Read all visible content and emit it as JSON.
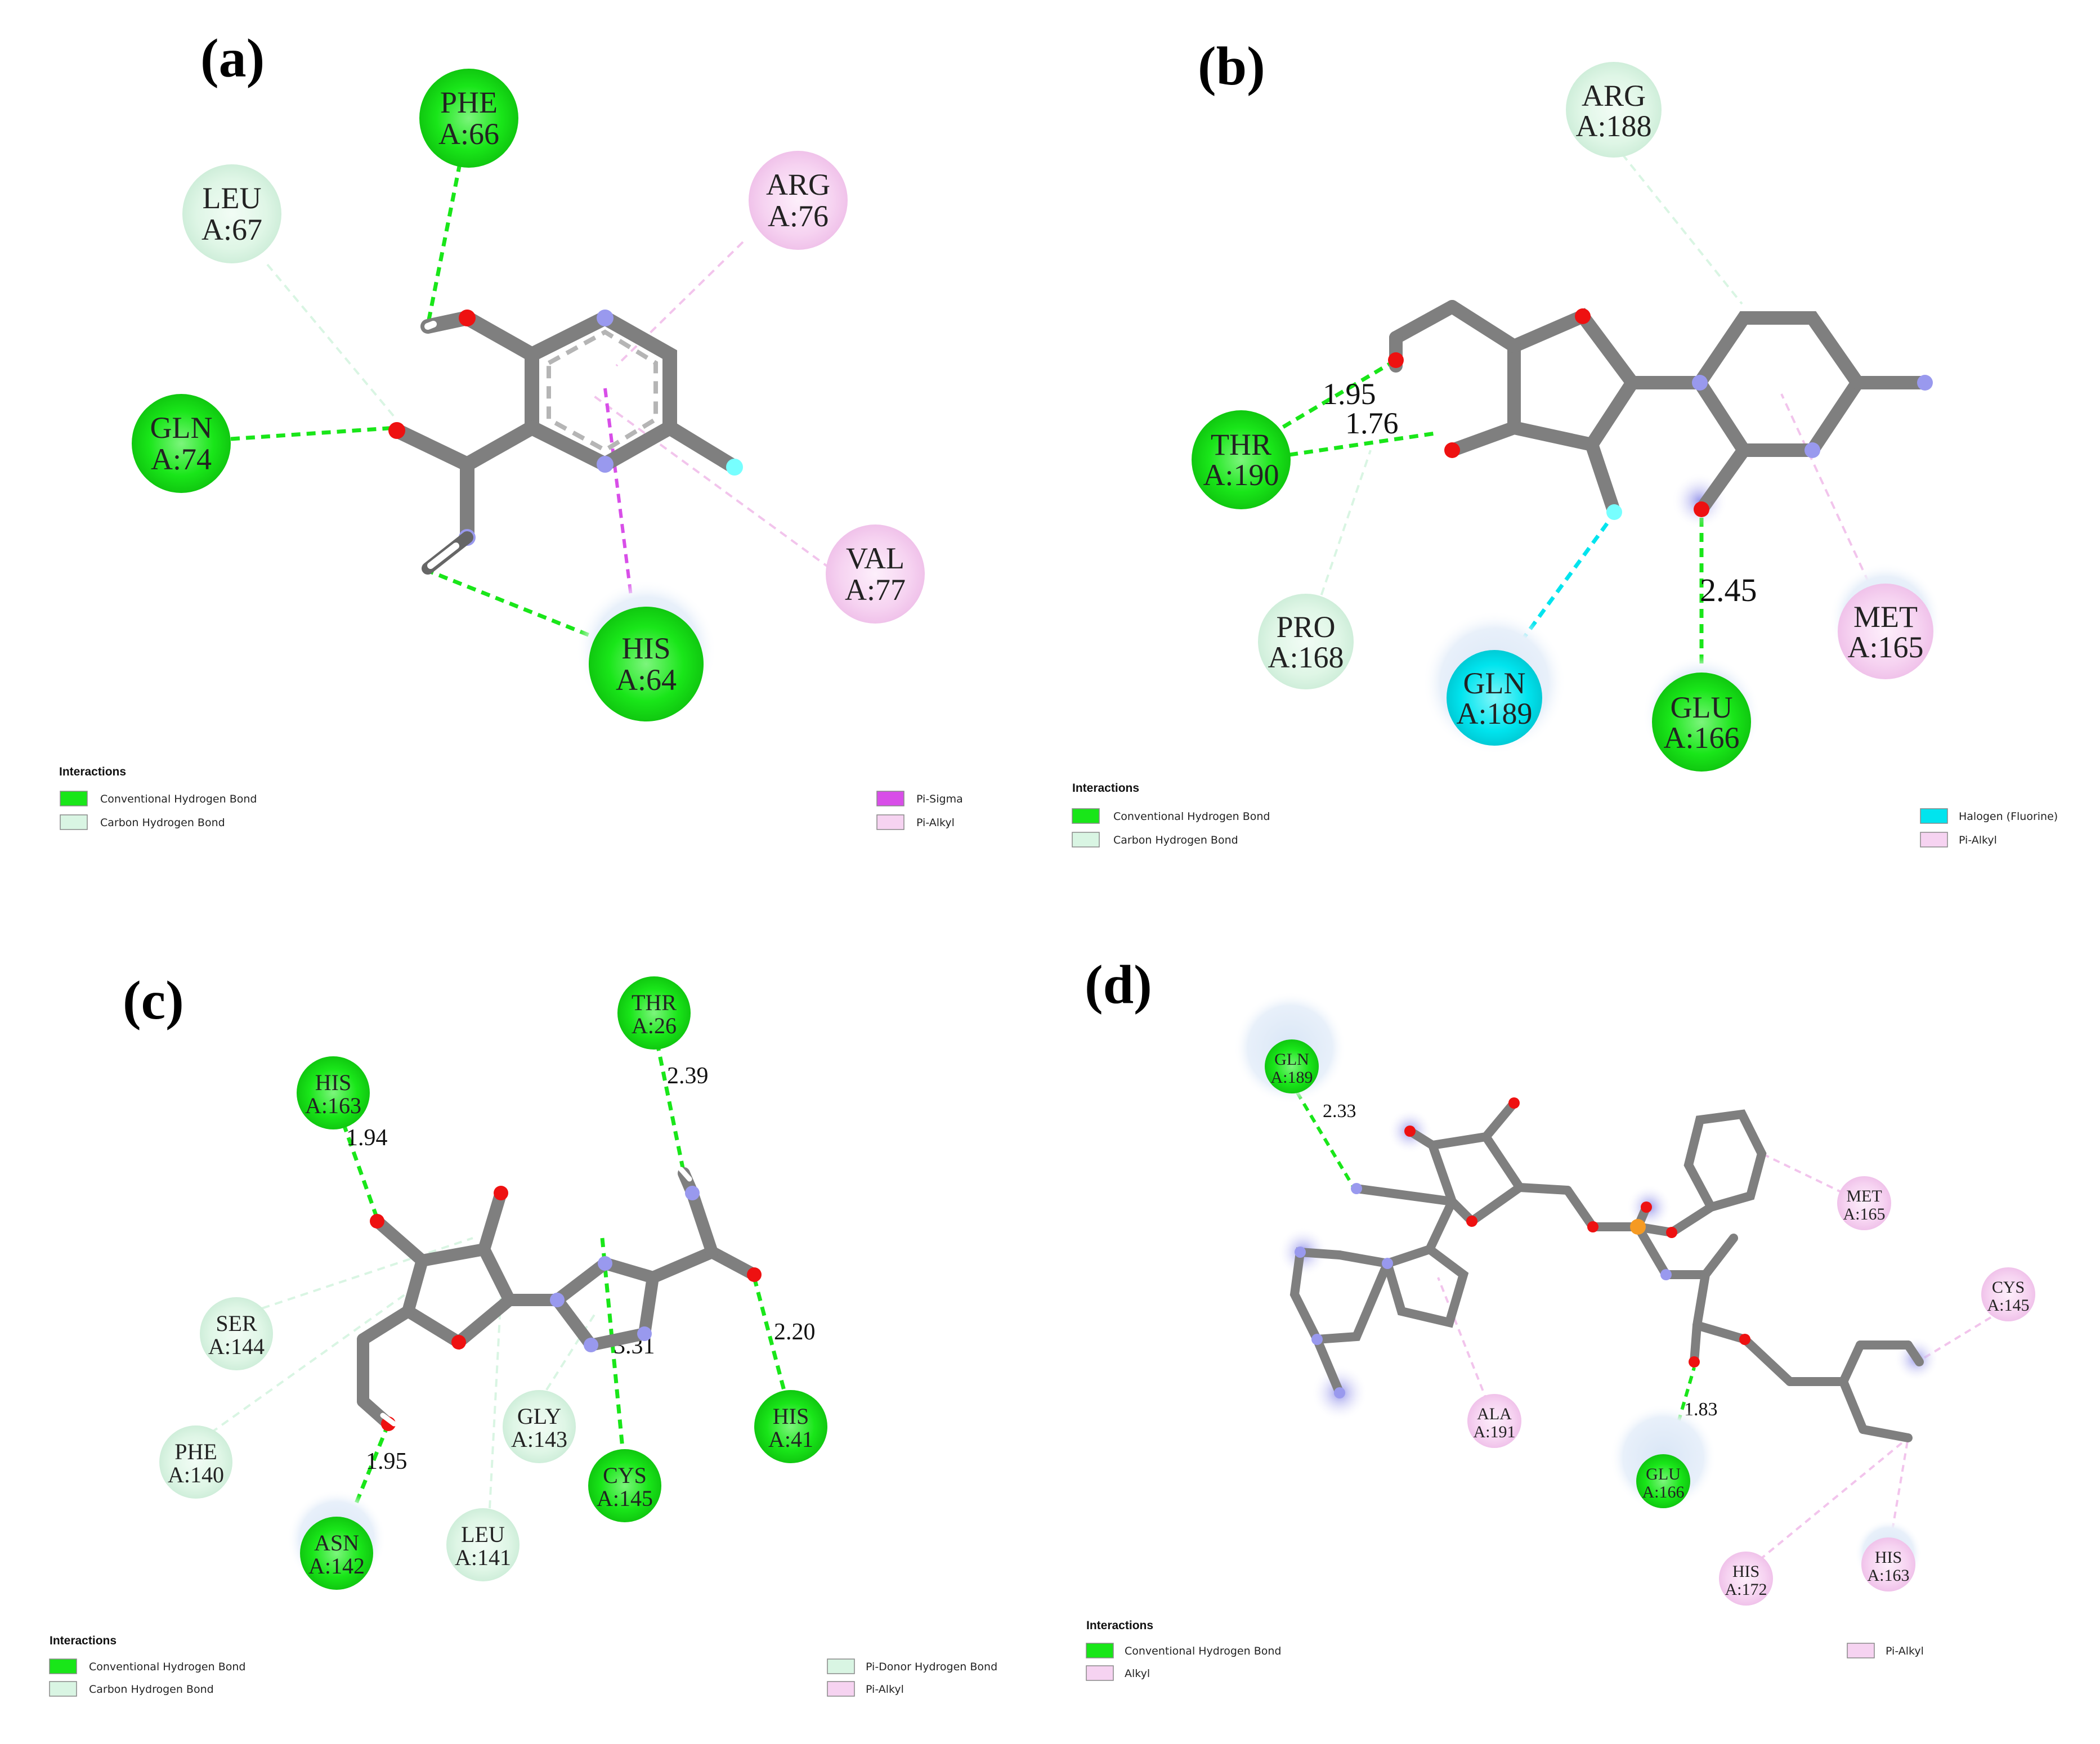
{
  "colors": {
    "conventional_hbond": "#19e619",
    "carbon_hbond": "#d9f5e3",
    "pi_sigma": "#d84ee8",
    "pi_alkyl": "#f6d3f1",
    "alkyl": "#f6d3f1",
    "halogen": "#00e4ee",
    "pi_donor_hbond": "#d9f5e3",
    "carbon": "#7f7f7f",
    "oxygen": "#ee1111",
    "nitrogen": "#9999ee",
    "fluorine": "#77ffff",
    "phosphorus": "#f59a23",
    "hydrogen": "#ffffff"
  },
  "panels": [
    {
      "label": "(a)",
      "residues": [
        {
          "name": "PHE",
          "id": "A:66",
          "type": "conventional_hbond"
        },
        {
          "name": "LEU",
          "id": "A:67",
          "type": "carbon_hbond"
        },
        {
          "name": "ARG",
          "id": "A:76",
          "type": "pi_alkyl"
        },
        {
          "name": "GLN",
          "id": "A:74",
          "type": "conventional_hbond"
        },
        {
          "name": "VAL",
          "id": "A:77",
          "type": "pi_alkyl"
        },
        {
          "name": "HIS",
          "id": "A:64",
          "type": "conventional_hbond"
        }
      ],
      "distances": [],
      "legend": {
        "title": "Interactions",
        "items": [
          {
            "label": "Conventional Hydrogen Bond",
            "type": "conventional_hbond"
          },
          {
            "label": "Carbon Hydrogen Bond",
            "type": "carbon_hbond"
          },
          {
            "label": "Pi-Sigma",
            "type": "pi_sigma"
          },
          {
            "label": "Pi-Alkyl",
            "type": "pi_alkyl"
          }
        ]
      }
    },
    {
      "label": "(b)",
      "residues": [
        {
          "name": "ARG",
          "id": "A:188",
          "type": "carbon_hbond"
        },
        {
          "name": "THR",
          "id": "A:190",
          "type": "conventional_hbond"
        },
        {
          "name": "PRO",
          "id": "A:168",
          "type": "carbon_hbond"
        },
        {
          "name": "GLN",
          "id": "A:189",
          "type": "halogen"
        },
        {
          "name": "GLU",
          "id": "A:166",
          "type": "conventional_hbond"
        },
        {
          "name": "MET",
          "id": "A:165",
          "type": "pi_alkyl"
        }
      ],
      "distances": [
        "1.95",
        "1.76",
        "2.45"
      ],
      "legend": {
        "title": "Interactions",
        "items": [
          {
            "label": "Conventional Hydrogen Bond",
            "type": "conventional_hbond"
          },
          {
            "label": "Carbon Hydrogen Bond",
            "type": "carbon_hbond"
          },
          {
            "label": "Halogen (Fluorine)",
            "type": "halogen"
          },
          {
            "label": "Pi-Alkyl",
            "type": "pi_alkyl"
          }
        ]
      }
    },
    {
      "label": "(c)",
      "residues": [
        {
          "name": "THR",
          "id": "A:26",
          "type": "conventional_hbond"
        },
        {
          "name": "HIS",
          "id": "A:163",
          "type": "conventional_hbond"
        },
        {
          "name": "SER",
          "id": "A:144",
          "type": "carbon_hbond"
        },
        {
          "name": "PHE",
          "id": "A:140",
          "type": "carbon_hbond"
        },
        {
          "name": "GLY",
          "id": "A:143",
          "type": "carbon_hbond"
        },
        {
          "name": "CYS",
          "id": "A:145",
          "type": "conventional_hbond"
        },
        {
          "name": "HIS",
          "id": "A:41",
          "type": "conventional_hbond"
        },
        {
          "name": "ASN",
          "id": "A:142",
          "type": "conventional_hbond"
        },
        {
          "name": "LEU",
          "id": "A:141",
          "type": "carbon_hbond"
        }
      ],
      "distances": [
        "2.39",
        "1.94",
        "3.31",
        "2.20",
        "1.95"
      ],
      "legend": {
        "title": "Interactions",
        "items": [
          {
            "label": "Conventional Hydrogen Bond",
            "type": "conventional_hbond"
          },
          {
            "label": "Carbon Hydrogen Bond",
            "type": "carbon_hbond"
          },
          {
            "label": "Pi-Donor Hydrogen Bond",
            "type": "pi_donor_hbond"
          },
          {
            "label": "Pi-Alkyl",
            "type": "pi_alkyl"
          }
        ]
      }
    },
    {
      "label": "(d)",
      "residues": [
        {
          "name": "GLN",
          "id": "A:189",
          "type": "conventional_hbond"
        },
        {
          "name": "MET",
          "id": "A:165",
          "type": "pi_alkyl"
        },
        {
          "name": "CYS",
          "id": "A:145",
          "type": "alkyl"
        },
        {
          "name": "ALA",
          "id": "A:191",
          "type": "pi_alkyl"
        },
        {
          "name": "GLU",
          "id": "A:166",
          "type": "conventional_hbond"
        },
        {
          "name": "HIS",
          "id": "A:172",
          "type": "pi_alkyl"
        },
        {
          "name": "HIS",
          "id": "A:163",
          "type": "pi_alkyl"
        }
      ],
      "distances": [
        "2.33",
        "1.83"
      ],
      "legend": {
        "title": "Interactions",
        "items": [
          {
            "label": "Conventional Hydrogen Bond",
            "type": "conventional_hbond"
          },
          {
            "label": "Alkyl",
            "type": "alkyl"
          },
          {
            "label": "Pi-Alkyl",
            "type": "pi_alkyl"
          }
        ]
      }
    }
  ]
}
